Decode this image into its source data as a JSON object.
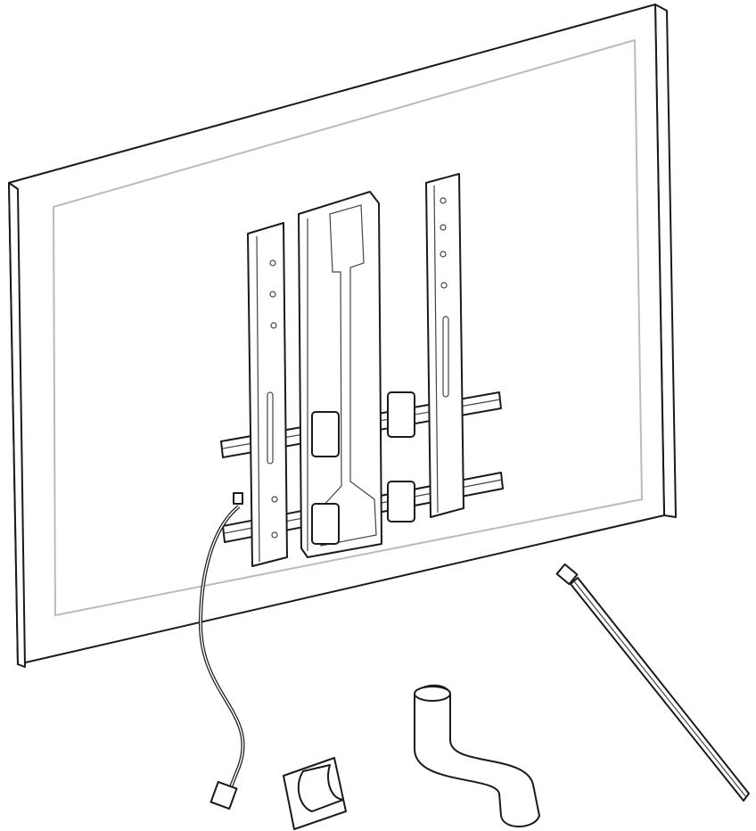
{
  "colors": {
    "line": "#1a1a1a",
    "background": "#ffffff",
    "inner_frame": "#bbbbbb"
  },
  "parts": [
    "tv-panel",
    "mounting-bracket-left",
    "center-plate",
    "mounting-bracket-right",
    "cable",
    "cable-clip",
    "cable-sleeve",
    "cable-tie"
  ]
}
